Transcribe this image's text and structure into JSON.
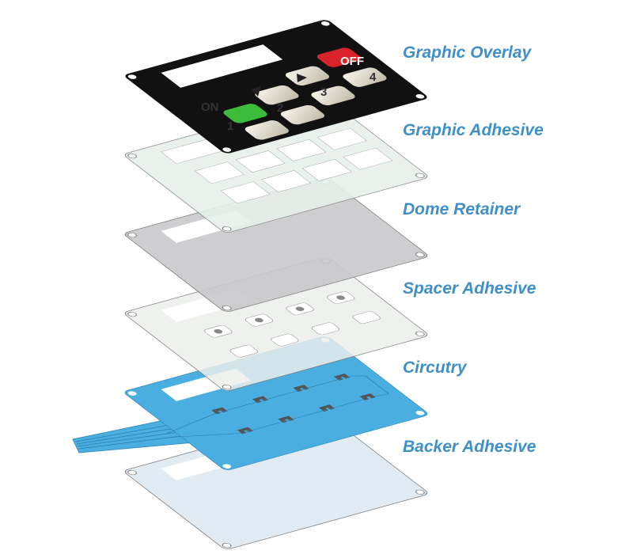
{
  "title": "Membrane switch layer stack",
  "layers": [
    {
      "label": "Graphic Overlay",
      "color": "#111111"
    },
    {
      "label": "Graphic Adhesive",
      "color": "#e6f0ea"
    },
    {
      "label": "Dome Retainer",
      "color": "#c9c9cb"
    },
    {
      "label": "Spacer Adhesive",
      "color": "#ecefec"
    },
    {
      "label": "Circutry",
      "color": "#4aafe0"
    },
    {
      "label": "Backer Adhesive",
      "color": "#dde9f3"
    }
  ],
  "keys": {
    "on": "ON",
    "off": "OFF",
    "k1": "1",
    "k2": "2",
    "k3": "3",
    "k4": "4"
  },
  "label_color": "#3f8fc8"
}
